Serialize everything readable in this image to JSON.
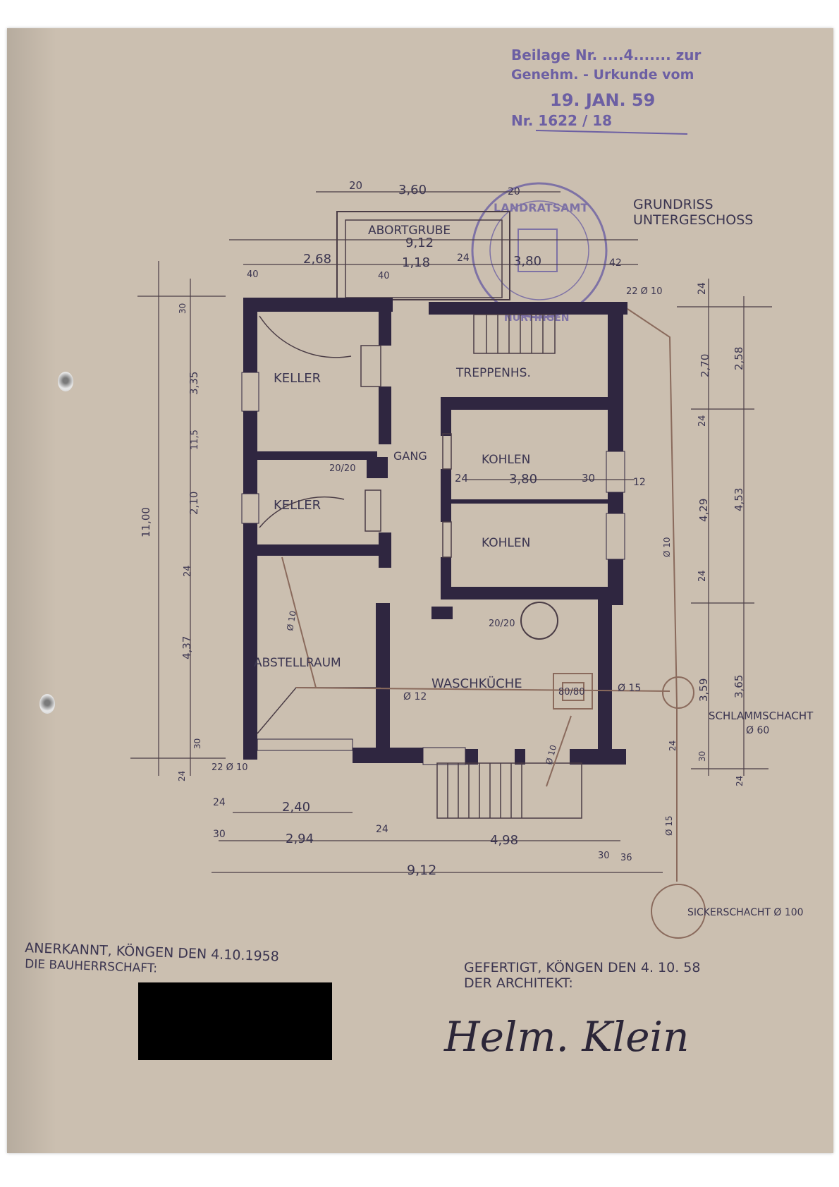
{
  "stamp_top": {
    "line1": "Beilage Nr. ....4....... zur",
    "line2": "Genehm. - Urkunde vom",
    "date": "19. JAN. 59",
    "number": "Nr. 1622 / 18",
    "color": "#6c5fa3"
  },
  "round_stamp": {
    "text_top": "LANDRATSAMT",
    "text_bottom": "NÜRTINGEN",
    "color": "#6c5fa3"
  },
  "title": {
    "line1": "GRUNDRISS",
    "line2": "UNTERGESCHOSS"
  },
  "rooms": {
    "abortgrube": "ABORTGRUBE",
    "abortgrube_dim": "9,12",
    "keller1": "KELLER",
    "keller2": "KELLER",
    "treppenhaus": "TREPPENHS.",
    "gang": "GANG",
    "kohlen1": "KOHLEN",
    "kohlen2": "KOHLEN",
    "abstellraum": "ABSTELLRAUM",
    "waschkueche": "WASCHKÜCHE"
  },
  "labels": {
    "schlammschacht": "SCHLAMMSCHACHT",
    "schlammschacht_dia": "Ø 60",
    "sickerschacht": "SICKERSCHACHT Ø 100",
    "pipe_22_10_top": "22 Ø 10",
    "pipe_22_10_bottom": "22 Ø 10",
    "pipe_12": "Ø 12",
    "pipe_15": "Ø 15",
    "pipe_15_vert": "Ø 15",
    "pipe_10_left": "Ø 10",
    "pipe_10_right": "Ø 10",
    "pipe_10_bottom": "Ø 10",
    "chimney1": "20/20",
    "chimney2": "20/20",
    "gully": "80/80"
  },
  "dimensions": {
    "top": [
      "20",
      "3,60",
      "20",
      "40",
      "2,68",
      "40",
      "1,18",
      "24",
      "3,80",
      "42"
    ],
    "kohlen": [
      "24",
      "3,80",
      "30",
      "12"
    ],
    "left": [
      "11,00",
      "30",
      "3,35",
      "11,5",
      "2,10",
      "24",
      "4,37",
      "30",
      "24"
    ],
    "right": [
      "24",
      "2,70",
      "2,58",
      "24",
      "4,29",
      "4,53",
      "24",
      "3,59",
      "3,65",
      "24",
      "30",
      "24"
    ],
    "bottom_row1": [
      "24",
      "2,40"
    ],
    "bottom_row2": [
      "30",
      "2,94",
      "24",
      "4,98",
      "30",
      "36"
    ],
    "bottom_total": "9,12"
  },
  "footer": {
    "left_line1": "ANERKANNT, KÖNGEN DEN 4.10.1958",
    "left_line2": "DIE BAUHERRSCHAFT:",
    "right_line1": "GEFERTIGT, KÖNGEN  DEN  4. 10. 58",
    "right_line2": "DER ARCHITEKT:",
    "signature": "Helm. Klein"
  },
  "colors": {
    "paper": "#cbbfb0",
    "wall": "#2f2640",
    "ink": "#3b3550",
    "dim_line": "#4a3c45",
    "pipe": "#8a6a5c"
  }
}
